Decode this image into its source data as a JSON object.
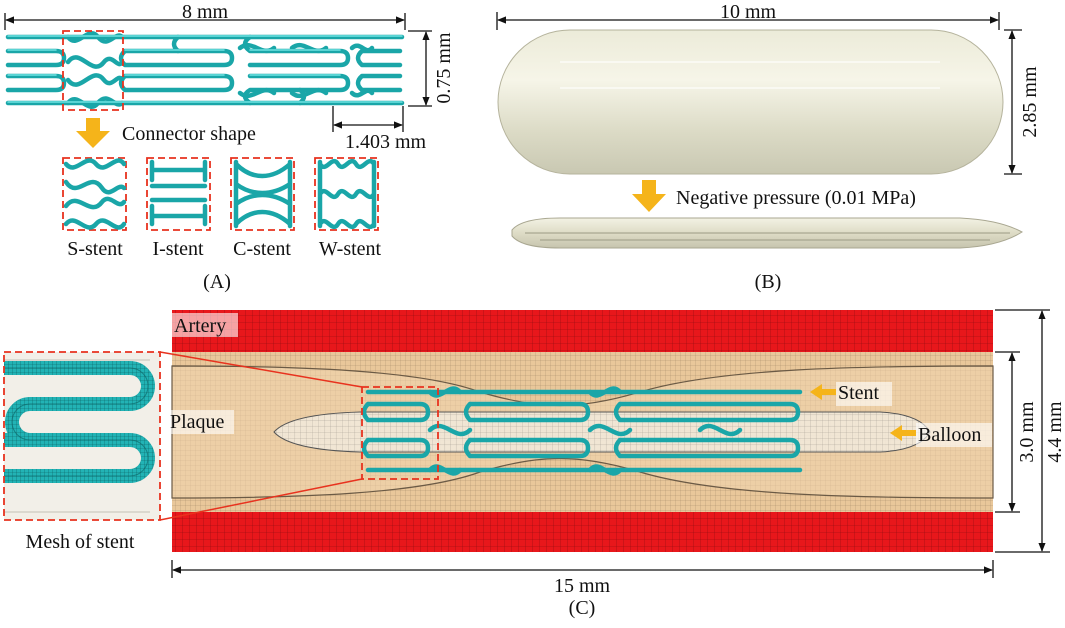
{
  "panelA": {
    "length_label": "8 mm",
    "width_label": "0.75 mm",
    "unit_label": "1.403 mm",
    "arrow_caption": "Connector shape",
    "variants": [
      "S-stent",
      "I-stent",
      "C-stent",
      "W-stent"
    ],
    "panel_label": "(A)"
  },
  "panelB": {
    "length_label": "10 mm",
    "diameter_label": "2.85 mm",
    "arrow_caption": "Negative pressure (0.01 MPa)",
    "panel_label": "(B)"
  },
  "panelC": {
    "artery_label": "Artery",
    "plaque_label": "Plaque",
    "stent_label": "Stent",
    "balloon_label": "Balloon",
    "mesh_label": "Mesh of stent",
    "inner_dim_label": "3.0 mm",
    "outer_dim_label": "4.4 mm",
    "length_label": "15 mm",
    "panel_label": "(C)"
  },
  "colors": {
    "stent": "#1aa6a8",
    "balloon": "#ecebd9",
    "artery": "#e8171b",
    "plaque": "#e9c79a",
    "highlight_box": "#e8321e",
    "arrow": "#f5b41a"
  }
}
